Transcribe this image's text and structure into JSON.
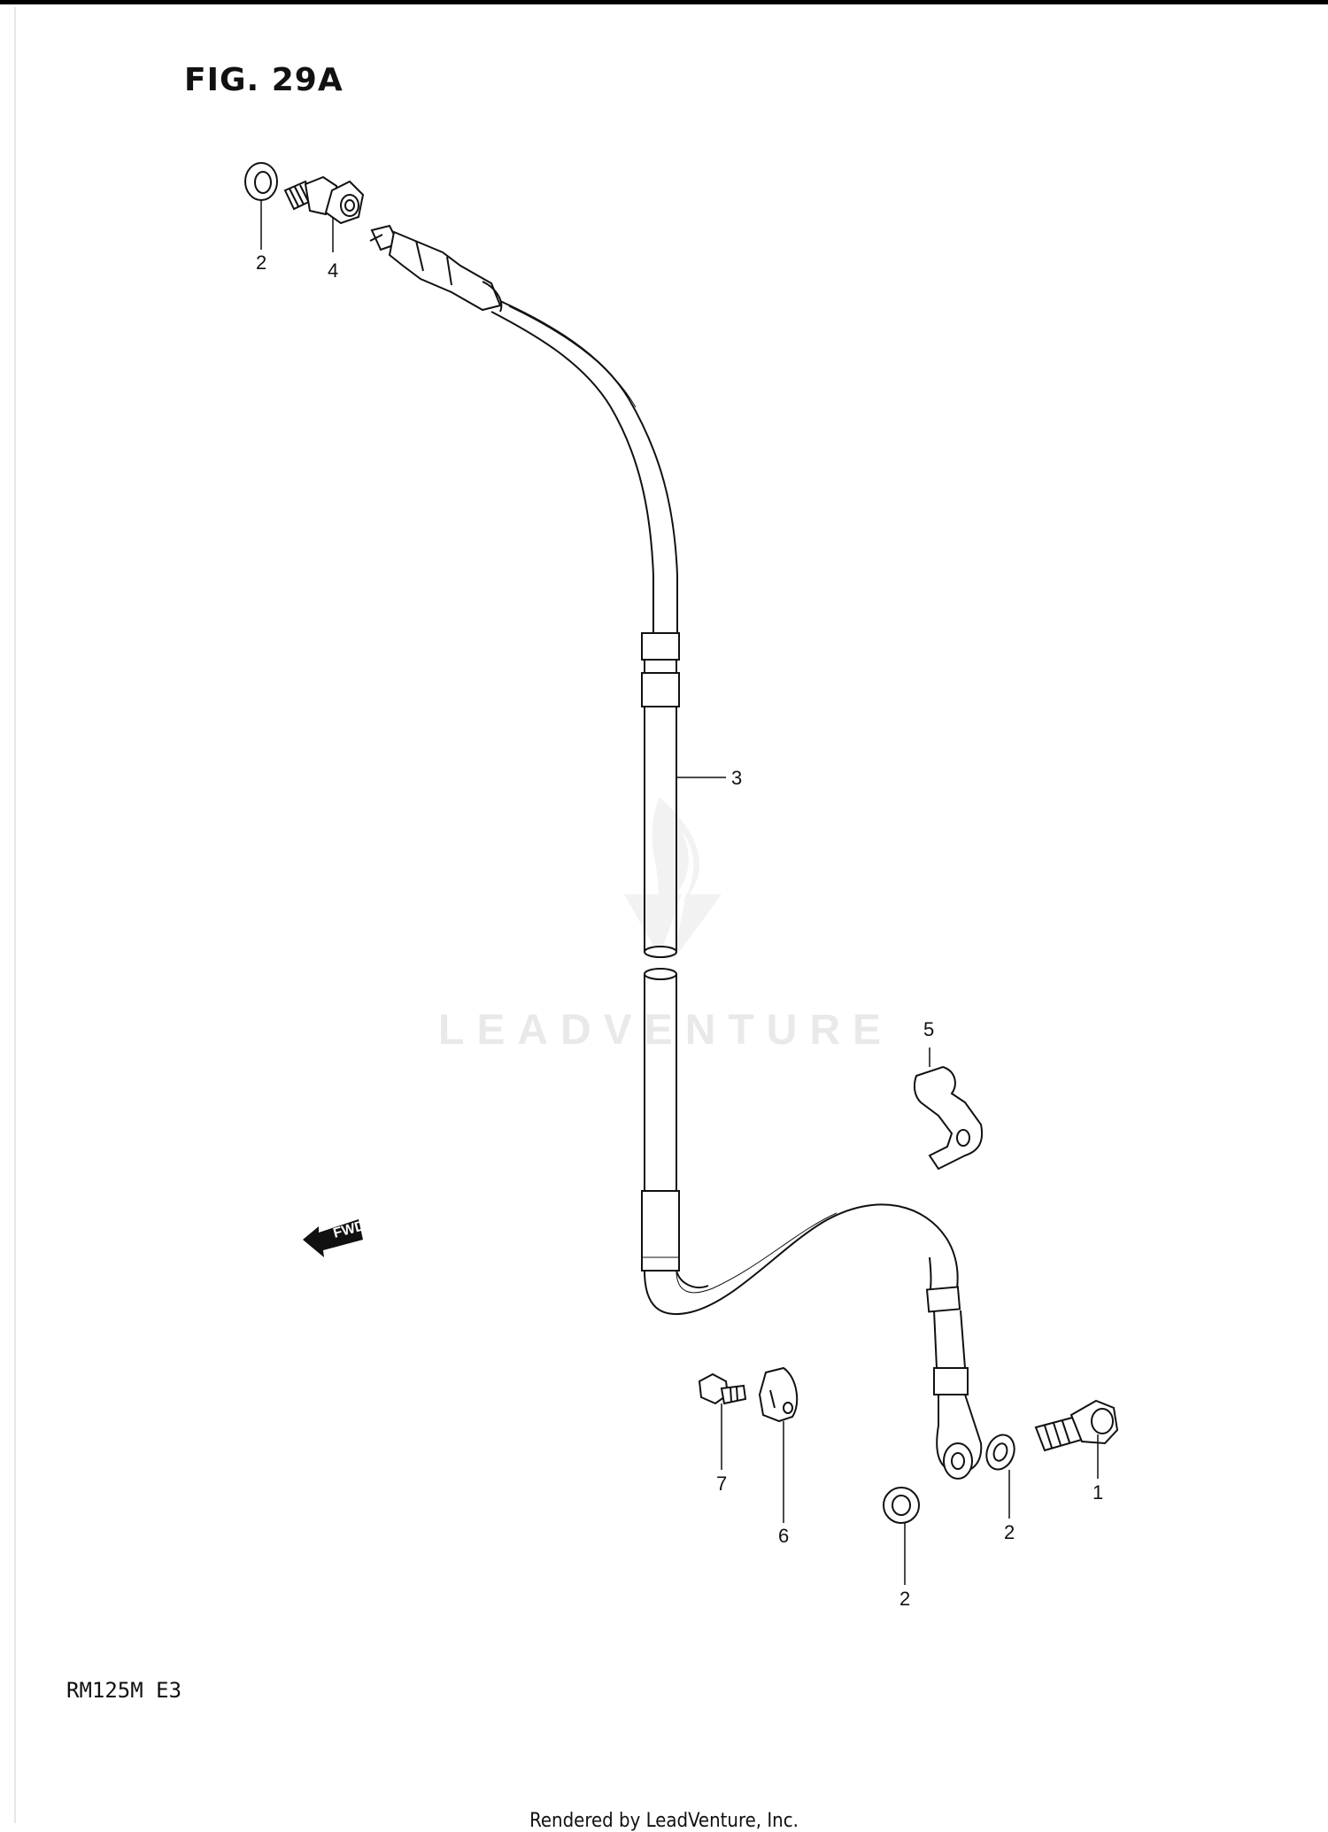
{
  "figure_title": "FIG. 29A",
  "model_code": "RM125M  E3",
  "footer": "Rendered by LeadVenture, Inc.",
  "watermark": "LEADVENTURE",
  "direction_label": "FWD",
  "callouts": {
    "c1": "1",
    "c2a": "2",
    "c2b": "2",
    "c2c": "2",
    "c3": "3",
    "c4": "4",
    "c5": "5",
    "c6": "6",
    "c7": "7"
  },
  "parts": [
    {
      "ref": "1",
      "icon": "banjo-bolt-icon"
    },
    {
      "ref": "2",
      "icon": "sealing-washer-icon"
    },
    {
      "ref": "3",
      "icon": "brake-hose-icon"
    },
    {
      "ref": "4",
      "icon": "union-fitting-icon"
    },
    {
      "ref": "5",
      "icon": "hose-clamp-icon"
    },
    {
      "ref": "6",
      "icon": "hose-guide-icon"
    },
    {
      "ref": "7",
      "icon": "bolt-icon"
    }
  ]
}
